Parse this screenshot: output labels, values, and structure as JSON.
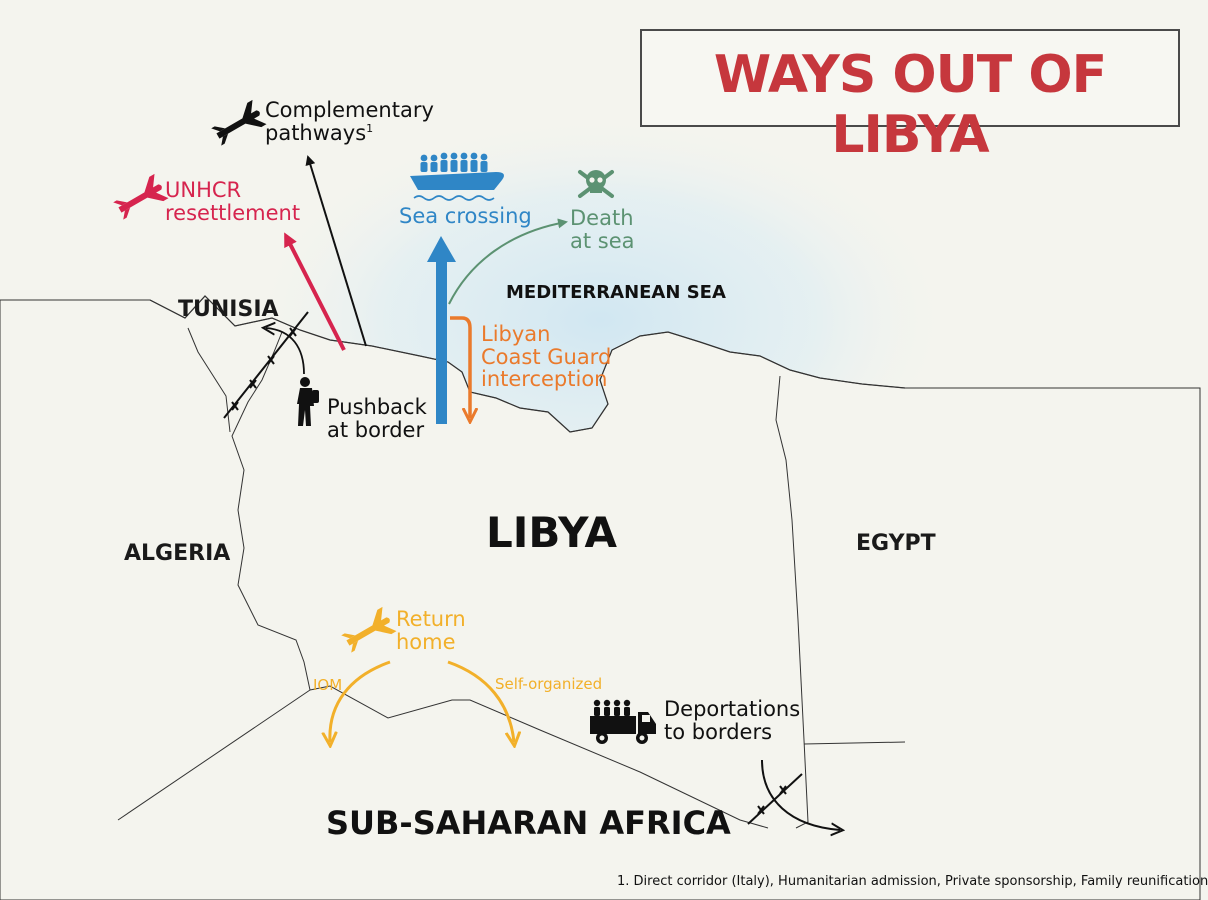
{
  "title": "WAYS OUT OF LIBYA",
  "regions": {
    "tunisia": "TUNISIA",
    "algeria": "ALGERIA",
    "egypt": "EGYPT",
    "libya": "LIBYA",
    "sea": "MEDITERRANEAN SEA",
    "africa": "SUB-SAHARAN AFRICA"
  },
  "routes": {
    "complementary": {
      "line1": "Complementary",
      "line2": "pathways",
      "note_ref": "1",
      "color": "#111111"
    },
    "unhcr": {
      "line1": "UNHCR",
      "line2": "resettlement",
      "color": "#d6244e"
    },
    "sea_crossing": {
      "label": "Sea crossing",
      "color": "#2f86c6"
    },
    "death": {
      "line1": "Death",
      "line2": "at sea",
      "color": "#5c9272"
    },
    "coast_guard": {
      "line1": "Libyan",
      "line2": "Coast Guard",
      "line3": "interception",
      "color": "#ea7a2c"
    },
    "pushback": {
      "line1": "Pushback",
      "line2": "at border",
      "color": "#111111"
    },
    "return_home": {
      "line1": "Return",
      "line2": "home",
      "color": "#f2b02a"
    },
    "iom": "IOM",
    "self_organized": "Self-organized",
    "deportations": {
      "line1": "Deportations",
      "line2": "to borders",
      "color": "#111111"
    }
  },
  "footnote": "1. Direct corridor (Italy), Humanitarian admission, Private sponsorship, Family reunification",
  "colors": {
    "background": "#f4f4ee",
    "sea_glow": "#cfe6f2",
    "border": "#2f2f2f",
    "title": "#c6373d"
  }
}
